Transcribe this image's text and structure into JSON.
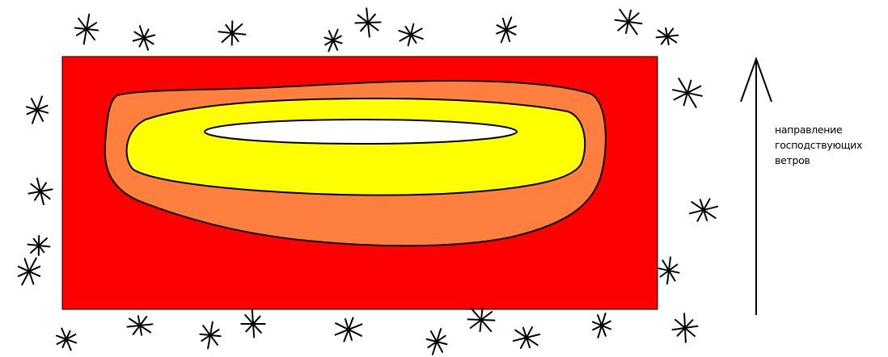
{
  "colors": {
    "background": "#ffffff",
    "outer_zone": "#ff0000",
    "middle_zone": "#ff7f3f",
    "inner_zone": "#ffff00",
    "core": "#ffffff",
    "outline": "#000000"
  },
  "icons": {
    "markers": "star-asterisk-icon",
    "wind_arrow": "arrow-up-icon"
  },
  "wind_label_lines": [
    "направление",
    "господствующих",
    "ветров"
  ]
}
